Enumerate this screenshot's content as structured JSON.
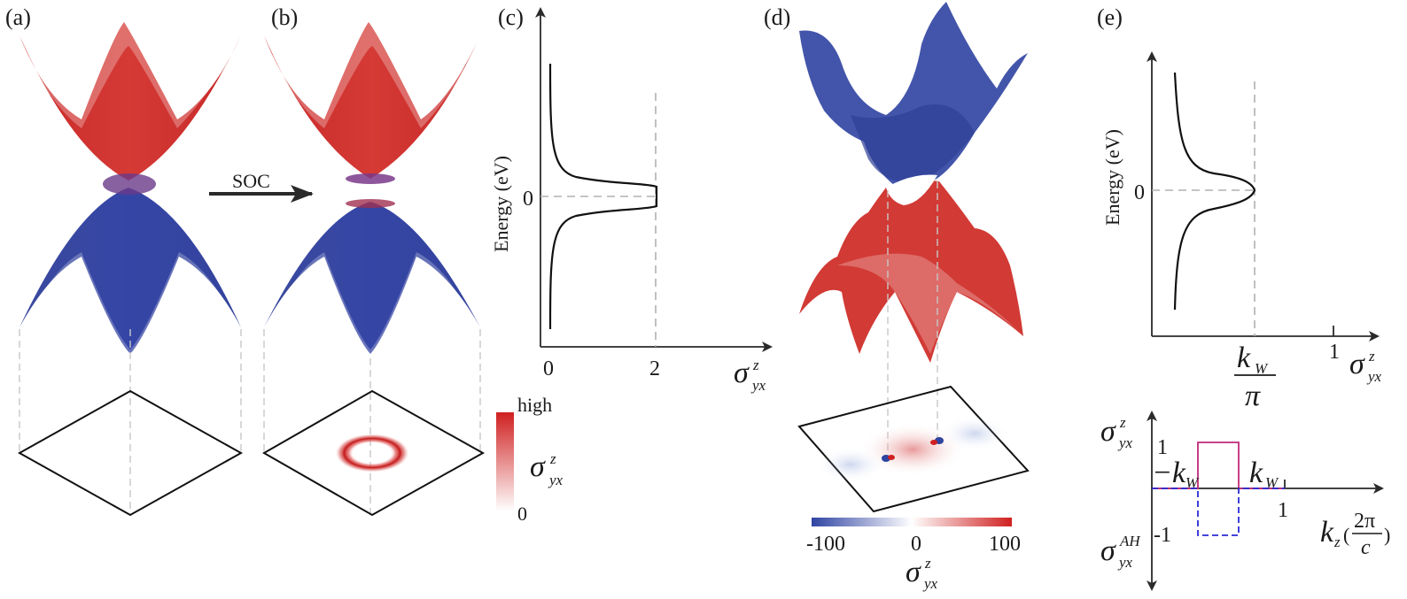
{
  "panels": {
    "a": "(a)",
    "b": "(b)",
    "c": "(c)",
    "d": "(d)",
    "e": "(e)"
  },
  "panel_b": {
    "arrow_label": "SOC"
  },
  "colorbar_b": {
    "high": "high",
    "low": "0",
    "symbol": "σ",
    "sup": "z",
    "sub": "yx",
    "colors": [
      "#d02020",
      "#ffffff"
    ]
  },
  "panel_c": {
    "ylabel": "Energy (eV)",
    "ytick": "0",
    "xticks": [
      "0",
      "2"
    ],
    "xlabel_symbol": "σ",
    "xlabel_sup": "z",
    "xlabel_sub": "yx"
  },
  "panel_d": {
    "colorbar_ticks": [
      "-100",
      "0",
      "100"
    ],
    "symbol": "σ",
    "sup": "z",
    "sub": "yx",
    "colors": [
      "#2f44a3",
      "#ffffff",
      "#d02020"
    ]
  },
  "panel_e_top": {
    "ylabel": "Energy (eV)",
    "ytick": "0",
    "frac_num": "k",
    "frac_num_sub": "W",
    "frac_den": "π",
    "xtick": "1",
    "xlabel_symbol": "σ",
    "xlabel_sup": "z",
    "xlabel_sub": "yx"
  },
  "panel_e_bottom": {
    "y_top_symbol": "σ",
    "y_top_sup": "z",
    "y_top_sub": "yx",
    "y_top_tick": "1",
    "y_bottom_symbol": "σ",
    "y_bottom_sup": "AH",
    "y_bottom_sub": "yx",
    "y_bottom_tick": "-1",
    "neg_kw": "−k",
    "neg_kw_sub": "W",
    "pos_kw": "k",
    "pos_kw_sub": "W",
    "xtick": "1",
    "xlabel": "k",
    "xlabel_sub": "z",
    "xlabel_num": "2π",
    "xlabel_den": "c",
    "colors": {
      "sigma_z": "#c0287a",
      "sigma_ah": "#2a2ad6"
    }
  }
}
